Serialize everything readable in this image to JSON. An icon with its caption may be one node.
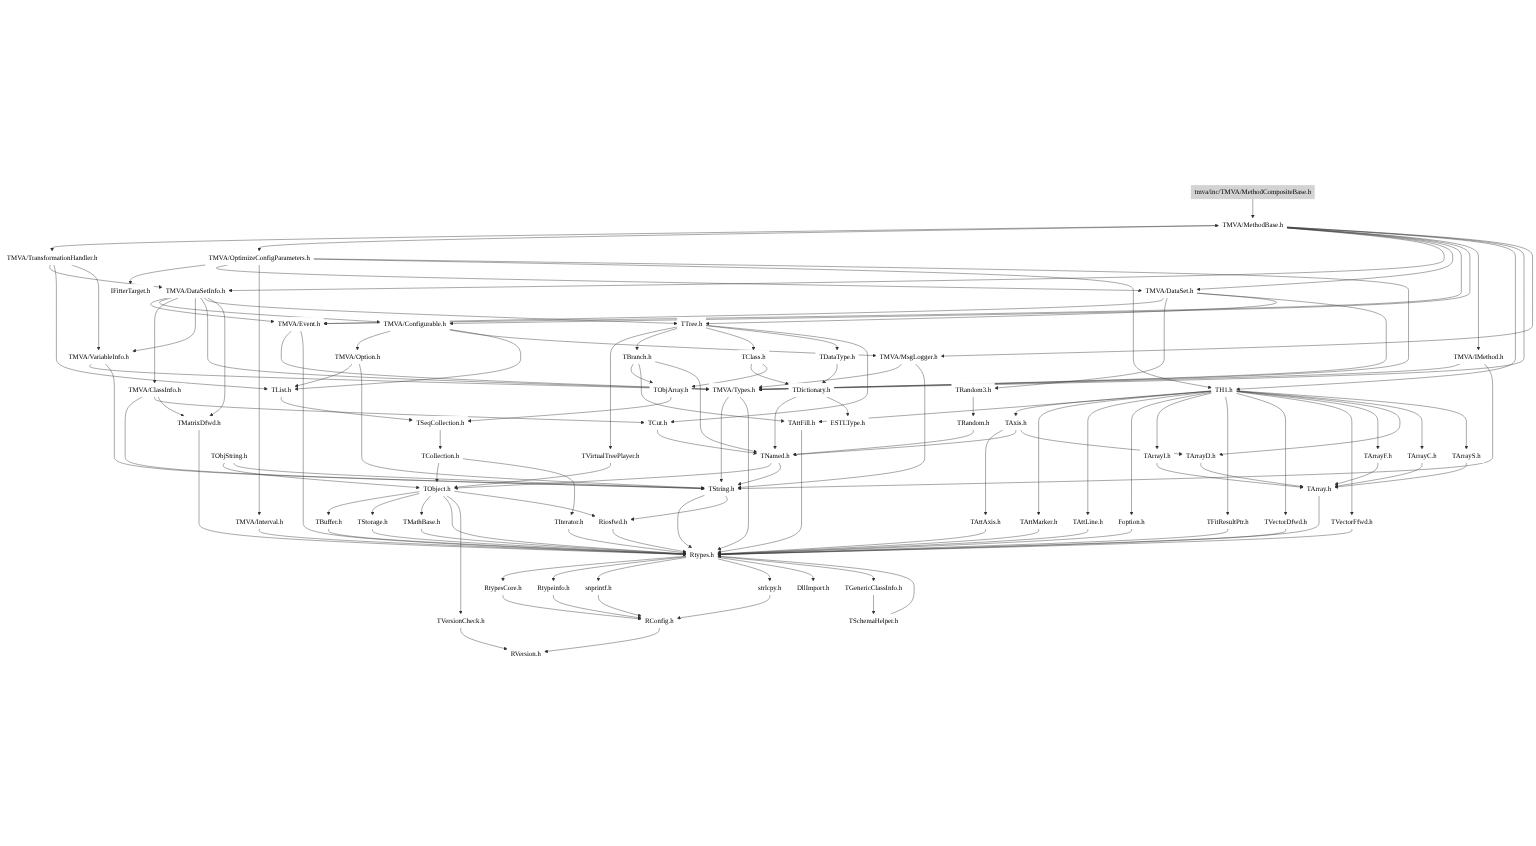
{
  "diagram": {
    "nodes": [
      {
        "text": [
          "tmva/inc/TMVA/MethodCompositeBase.h"
        ]
      },
      {
        "text": [
          "TMVA/MethodBase.h"
        ]
      },
      {
        "text": [
          "TMVA/TransformationHandler.h"
        ]
      },
      {
        "text": [
          "TMVA/OptimizeConfigParameters.h"
        ]
      },
      {
        "text": [
          "TMVA/DataSetInfo.h"
        ]
      },
      {
        "text": [
          "IFitterTarget.h"
        ]
      },
      {
        "text": [
          "TMVA/DataSet.h"
        ]
      },
      {
        "text": [
          "TMVA/Interval.h"
        ]
      },
      {
        "text": [
          "TMVA/Event.h"
        ]
      },
      {
        "text": [
          "TMVA/Configurable.h"
        ]
      },
      {
        "text": [
          "TRandom3.h"
        ]
      },
      {
        "text": [
          "TTree.h"
        ]
      },
      {
        "text": [
          "TMVA/Option.h"
        ]
      },
      {
        "text": [
          "TVirtualTreePlayer.h"
        ]
      },
      {
        "text": [
          "TRandom.h"
        ]
      },
      {
        "text": [
          "TClass.h"
        ]
      },
      {
        "text": [
          "TBranch.h"
        ]
      },
      {
        "text": [
          "TMVA/ClassInfo.h"
        ]
      },
      {
        "text": [
          "TMVA/MsgLogger.h"
        ]
      },
      {
        "text": [
          "TMVA/VariableInfo.h"
        ]
      },
      {
        "text": [
          "TMVA/IMethod.h"
        ]
      },
      {
        "text": [
          "TList.h"
        ]
      },
      {
        "text": [
          "TObjArray.h"
        ]
      },
      {
        "text": [
          "TDataType.h"
        ]
      },
      {
        "text": [
          "TH1.h"
        ]
      },
      {
        "text": [
          "TMatrixDfwd.h"
        ]
      },
      {
        "text": [
          "TMVA/Types.h"
        ]
      },
      {
        "text": [
          "TCut.h"
        ]
      },
      {
        "text": [
          "TSeqCollection.h"
        ]
      },
      {
        "text": [
          "TDictionary.h"
        ]
      },
      {
        "text": [
          "TAttFill.h"
        ]
      },
      {
        "text": [
          "TAxis.h"
        ]
      },
      {
        "text": [
          "Foption.h"
        ]
      },
      {
        "text": [
          "TArrayI.h"
        ]
      },
      {
        "text": [
          "TCollection.h"
        ]
      },
      {
        "text": [
          "TObjString.h"
        ]
      },
      {
        "text": [
          "TNamed.h"
        ]
      },
      {
        "text": [
          "ESTLType.h"
        ]
      },
      {
        "text": [
          "TAttMarker.h"
        ]
      },
      {
        "text": [
          "TArrayD.h"
        ]
      },
      {
        "text": [
          "TArrayF.h"
        ]
      },
      {
        "text": [
          "TArrayC.h"
        ]
      },
      {
        "text": [
          "TArrayS.h"
        ]
      },
      {
        "text": [
          "TObject.h"
        ]
      },
      {
        "text": [
          "TString.h"
        ]
      },
      {
        "text": [
          "TAttLine.h"
        ]
      },
      {
        "text": [
          "TAttAxis.h"
        ]
      },
      {
        "text": [
          "TVectorFfwd.h"
        ]
      },
      {
        "text": [
          "TFitResultPtr.h"
        ]
      },
      {
        "text": [
          "TArray.h"
        ]
      },
      {
        "text": [
          "TBuffer.h"
        ]
      },
      {
        "text": [
          "TStorage.h"
        ]
      },
      {
        "text": [
          "TIterator.h"
        ]
      },
      {
        "text": [
          "TMathBase.h"
        ]
      },
      {
        "text": [
          "Riosfwd.h"
        ]
      },
      {
        "text": [
          "TVectorDfwd.h"
        ]
      },
      {
        "text": [
          "TVersionCheck.h"
        ]
      },
      {
        "text": [
          "Rtypes.h"
        ]
      },
      {
        "text": [
          "RtypesCore.h"
        ]
      },
      {
        "text": [
          "Rtypeinfo.h"
        ]
      },
      {
        "text": [
          "snprintf.h"
        ]
      },
      {
        "text": [
          "strlcpy.h"
        ]
      },
      {
        "text": [
          "DllImport.h"
        ]
      },
      {
        "text": [
          "TGenericClassInfo.h"
        ]
      },
      {
        "text": [
          "TSchemaHelper.h"
        ]
      },
      {
        "text": [
          "RConfig.h"
        ]
      },
      {
        "text": [
          "RVersion.h"
        ]
      }
    ],
    "edges": [
      {
        "from": 0,
        "to": 1,
        "arrow": "to"
      },
      {
        "from": 1,
        "to": 2,
        "arrow": "to"
      },
      {
        "from": 1,
        "to": 3,
        "arrow": "both"
      },
      {
        "from": 1,
        "to": 4,
        "arrow": "to"
      },
      {
        "from": 1,
        "to": 6,
        "arrow": "to"
      },
      {
        "from": 1,
        "to": 8,
        "arrow": "to"
      },
      {
        "from": 1,
        "to": 9,
        "arrow": "to"
      },
      {
        "from": 1,
        "to": 20,
        "arrow": "to"
      },
      {
        "from": 1,
        "to": 24,
        "arrow": "to"
      },
      {
        "from": 1,
        "to": 26,
        "arrow": "to"
      },
      {
        "from": 1,
        "to": 18,
        "arrow": "to"
      },
      {
        "from": 2,
        "to": 4,
        "arrow": "to"
      },
      {
        "from": 2,
        "to": 21,
        "arrow": "to"
      },
      {
        "from": 2,
        "to": 19,
        "arrow": "to"
      },
      {
        "from": 3,
        "to": 5,
        "arrow": "to"
      },
      {
        "from": 3,
        "to": 6,
        "arrow": "to"
      },
      {
        "from": 3,
        "to": 7,
        "arrow": "to"
      },
      {
        "from": 3,
        "to": 24,
        "arrow": "to"
      },
      {
        "from": 3,
        "to": 26,
        "arrow": "to"
      },
      {
        "from": 4,
        "to": 8,
        "arrow": "to"
      },
      {
        "from": 4,
        "to": 9,
        "arrow": "to"
      },
      {
        "from": 4,
        "to": 17,
        "arrow": "to"
      },
      {
        "from": 4,
        "to": 19,
        "arrow": "to"
      },
      {
        "from": 4,
        "to": 26,
        "arrow": "to"
      },
      {
        "from": 4,
        "to": 11,
        "arrow": "to"
      },
      {
        "from": 4,
        "to": 25,
        "arrow": "to"
      },
      {
        "from": 6,
        "to": 8,
        "arrow": "to"
      },
      {
        "from": 6,
        "to": 10,
        "arrow": "to"
      },
      {
        "from": 6,
        "to": 11,
        "arrow": "to"
      },
      {
        "from": 6,
        "to": 26,
        "arrow": "to"
      },
      {
        "from": 7,
        "to": 57,
        "arrow": "to"
      },
      {
        "from": 8,
        "to": 26,
        "arrow": "to"
      },
      {
        "from": 8,
        "to": 57,
        "arrow": "to"
      },
      {
        "from": 9,
        "to": 12,
        "arrow": "to"
      },
      {
        "from": 9,
        "to": 18,
        "arrow": "to"
      },
      {
        "from": 9,
        "to": 21,
        "arrow": "to"
      },
      {
        "from": 12,
        "to": 21,
        "arrow": "to"
      },
      {
        "from": 12,
        "to": 44,
        "arrow": "to"
      },
      {
        "from": 10,
        "to": 14,
        "arrow": "to"
      },
      {
        "from": 11,
        "to": 13,
        "arrow": "to"
      },
      {
        "from": 11,
        "to": 16,
        "arrow": "to"
      },
      {
        "from": 11,
        "to": 15,
        "arrow": "to"
      },
      {
        "from": 11,
        "to": 23,
        "arrow": "to"
      },
      {
        "from": 11,
        "to": 27,
        "arrow": "to"
      },
      {
        "from": 13,
        "to": 43,
        "arrow": "to"
      },
      {
        "from": 14,
        "to": 36,
        "arrow": "to"
      },
      {
        "from": 15,
        "to": 29,
        "arrow": "to"
      },
      {
        "from": 15,
        "to": 22,
        "arrow": "to"
      },
      {
        "from": 16,
        "to": 22,
        "arrow": "to"
      },
      {
        "from": 16,
        "to": 30,
        "arrow": "to"
      },
      {
        "from": 16,
        "to": 36,
        "arrow": "to"
      },
      {
        "from": 17,
        "to": 44,
        "arrow": "to"
      },
      {
        "from": 17,
        "to": 27,
        "arrow": "to"
      },
      {
        "from": 17,
        "to": 25,
        "arrow": "to"
      },
      {
        "from": 18,
        "to": 26,
        "arrow": "to"
      },
      {
        "from": 18,
        "to": 44,
        "arrow": "to"
      },
      {
        "from": 19,
        "to": 26,
        "arrow": "to"
      },
      {
        "from": 19,
        "to": 44,
        "arrow": "to"
      },
      {
        "from": 20,
        "to": 26,
        "arrow": "to"
      },
      {
        "from": 20,
        "to": 44,
        "arrow": "to"
      },
      {
        "from": 21,
        "to": 28,
        "arrow": "to"
      },
      {
        "from": 22,
        "to": 28,
        "arrow": "to"
      },
      {
        "from": 23,
        "to": 29,
        "arrow": "to"
      },
      {
        "from": 24,
        "to": 31,
        "arrow": "to"
      },
      {
        "from": 24,
        "to": 30,
        "arrow": "to"
      },
      {
        "from": 24,
        "to": 38,
        "arrow": "to"
      },
      {
        "from": 24,
        "to": 45,
        "arrow": "to"
      },
      {
        "from": 24,
        "to": 32,
        "arrow": "to"
      },
      {
        "from": 24,
        "to": 33,
        "arrow": "to"
      },
      {
        "from": 24,
        "to": 48,
        "arrow": "to"
      },
      {
        "from": 24,
        "to": 55,
        "arrow": "to"
      },
      {
        "from": 24,
        "to": 47,
        "arrow": "to"
      },
      {
        "from": 24,
        "to": 40,
        "arrow": "to"
      },
      {
        "from": 24,
        "to": 39,
        "arrow": "to"
      },
      {
        "from": 24,
        "to": 41,
        "arrow": "to"
      },
      {
        "from": 24,
        "to": 42,
        "arrow": "to"
      },
      {
        "from": 25,
        "to": 57,
        "arrow": "to"
      },
      {
        "from": 26,
        "to": 44,
        "arrow": "to"
      },
      {
        "from": 26,
        "to": 57,
        "arrow": "to"
      },
      {
        "from": 27,
        "to": 36,
        "arrow": "to"
      },
      {
        "from": 28,
        "to": 34,
        "arrow": "to"
      },
      {
        "from": 29,
        "to": 36,
        "arrow": "to"
      },
      {
        "from": 29,
        "to": 37,
        "arrow": "to"
      },
      {
        "from": 30,
        "to": 57,
        "arrow": "to"
      },
      {
        "from": 31,
        "to": 46,
        "arrow": "to"
      },
      {
        "from": 31,
        "to": 36,
        "arrow": "to"
      },
      {
        "from": 31,
        "to": 39,
        "arrow": "to"
      },
      {
        "from": 32,
        "to": 57,
        "arrow": "to"
      },
      {
        "from": 33,
        "to": 49,
        "arrow": "to"
      },
      {
        "from": 34,
        "to": 43,
        "arrow": "to"
      },
      {
        "from": 34,
        "to": 52,
        "arrow": "to"
      },
      {
        "from": 35,
        "to": 43,
        "arrow": "to"
      },
      {
        "from": 35,
        "to": 44,
        "arrow": "to"
      },
      {
        "from": 36,
        "to": 43,
        "arrow": "to"
      },
      {
        "from": 36,
        "to": 44,
        "arrow": "to"
      },
      {
        "from": 38,
        "to": 57,
        "arrow": "to"
      },
      {
        "from": 39,
        "to": 49,
        "arrow": "to"
      },
      {
        "from": 40,
        "to": 49,
        "arrow": "to"
      },
      {
        "from": 41,
        "to": 49,
        "arrow": "to"
      },
      {
        "from": 42,
        "to": 49,
        "arrow": "to"
      },
      {
        "from": 43,
        "to": 50,
        "arrow": "to"
      },
      {
        "from": 43,
        "to": 51,
        "arrow": "to"
      },
      {
        "from": 43,
        "to": 53,
        "arrow": "to"
      },
      {
        "from": 43,
        "to": 57,
        "arrow": "to"
      },
      {
        "from": 43,
        "to": 56,
        "arrow": "to"
      },
      {
        "from": 43,
        "to": 54,
        "arrow": "to"
      },
      {
        "from": 44,
        "to": 57,
        "arrow": "to"
      },
      {
        "from": 44,
        "to": 54,
        "arrow": "to"
      },
      {
        "from": 45,
        "to": 57,
        "arrow": "to"
      },
      {
        "from": 46,
        "to": 57,
        "arrow": "to"
      },
      {
        "from": 47,
        "to": 57,
        "arrow": "to"
      },
      {
        "from": 48,
        "to": 57,
        "arrow": "to"
      },
      {
        "from": 49,
        "to": 57,
        "arrow": "to"
      },
      {
        "from": 50,
        "to": 57,
        "arrow": "to"
      },
      {
        "from": 51,
        "to": 57,
        "arrow": "to"
      },
      {
        "from": 52,
        "to": 57,
        "arrow": "to"
      },
      {
        "from": 53,
        "to": 57,
        "arrow": "to"
      },
      {
        "from": 54,
        "to": 57,
        "arrow": "to"
      },
      {
        "from": 55,
        "to": 57,
        "arrow": "to"
      },
      {
        "from": 56,
        "to": 66,
        "arrow": "to"
      },
      {
        "from": 57,
        "to": 58,
        "arrow": "to"
      },
      {
        "from": 57,
        "to": 59,
        "arrow": "to"
      },
      {
        "from": 57,
        "to": 60,
        "arrow": "to"
      },
      {
        "from": 57,
        "to": 61,
        "arrow": "to"
      },
      {
        "from": 57,
        "to": 62,
        "arrow": "to"
      },
      {
        "from": 57,
        "to": 63,
        "arrow": "to"
      },
      {
        "from": 58,
        "to": 65,
        "arrow": "to"
      },
      {
        "from": 59,
        "to": 65,
        "arrow": "to"
      },
      {
        "from": 60,
        "to": 65,
        "arrow": "to"
      },
      {
        "from": 61,
        "to": 65,
        "arrow": "to"
      },
      {
        "from": 63,
        "to": 64,
        "arrow": "to"
      },
      {
        "from": 64,
        "to": 57,
        "arrow": "to"
      },
      {
        "from": 65,
        "to": 66,
        "arrow": "to"
      }
    ]
  }
}
